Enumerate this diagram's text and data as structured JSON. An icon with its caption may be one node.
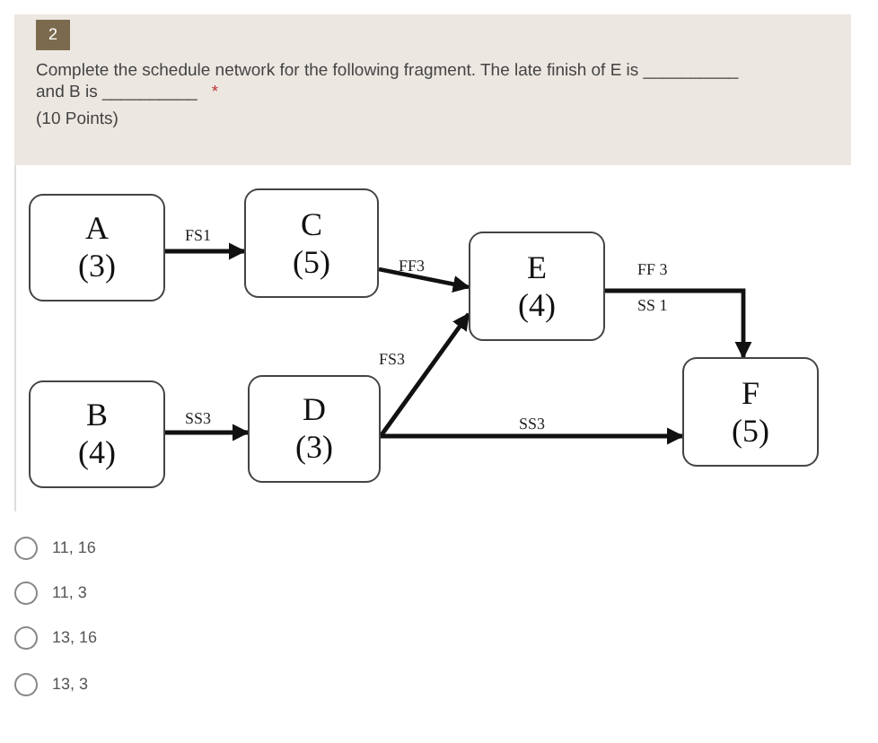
{
  "diagram": {
    "nodes": [
      {
        "text": [
          "A",
          "(3)"
        ]
      },
      {
        "text": [
          "C",
          "(5)"
        ]
      },
      {
        "text": [
          "E",
          "(4)"
        ]
      },
      {
        "text": [
          "B",
          "(4)"
        ]
      },
      {
        "text": [
          "D",
          "(3)"
        ]
      },
      {
        "text": [
          "F",
          "(5)"
        ]
      }
    ],
    "edges": [
      {
        "from": 0,
        "to": 1,
        "arrow": "to",
        "label": "FS1"
      },
      {
        "from": 1,
        "to": 2,
        "arrow": "to",
        "label": "FF3"
      },
      {
        "from": 4,
        "to": 2,
        "arrow": "to",
        "label": "FS3"
      },
      {
        "from": 2,
        "to": 5,
        "arrow": "to",
        "label": "FF 3"
      },
      {
        "from": 3,
        "to": 4,
        "arrow": "to",
        "label": "SS3"
      },
      {
        "from": 4,
        "to": 5,
        "arrow": "to",
        "label": "SS3"
      }
    ],
    "labels": [
      "SS 1",
      "2",
      "Complete the schedule network for the following fragment. The late finish of E is __________ and B is __________",
      "*",
      "(10 Points)",
      "11, 16",
      "11, 3",
      "13, 16",
      "13, 3"
    ]
  }
}
